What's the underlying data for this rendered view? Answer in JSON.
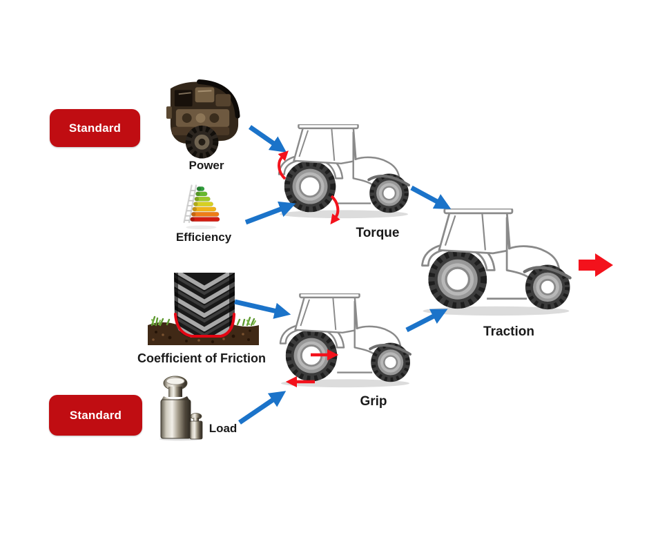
{
  "diagram": {
    "title_implicit": "Tractor traction factors flow diagram",
    "badges": {
      "top": "Standard",
      "bottom": "Standard"
    },
    "nodes": {
      "power": {
        "label": "Power"
      },
      "efficiency": {
        "label": "Efficiency"
      },
      "torque": {
        "label": "Torque"
      },
      "coefficient_of_friction": {
        "label": "Coefficient of Friction"
      },
      "load": {
        "label": "Load"
      },
      "grip": {
        "label": "Grip"
      },
      "traction": {
        "label": "Traction"
      }
    },
    "flows": [
      {
        "from": "Power",
        "to": "Torque"
      },
      {
        "from": "Efficiency",
        "to": "Torque"
      },
      {
        "from": "Coefficient of Friction",
        "to": "Grip"
      },
      {
        "from": "Load",
        "to": "Grip"
      },
      {
        "from": "Torque",
        "to": "Traction"
      },
      {
        "from": "Grip",
        "to": "Traction"
      }
    ],
    "icons": {
      "engine-icon": "engine cutaway photo",
      "efficiency-rating-icon": "energy efficiency bar pyramid with ladder",
      "tire-soil-icon": "tire tread pressed into soil with red contact patch",
      "calibration-weights-icon": "two metal calibration weights",
      "tractor-illustration": "side-view line-drawn tractor",
      "output-arrow-icon": "red block arrow pointing right"
    },
    "colors": {
      "badge_red": "#c00d12",
      "arrow_blue": "#1b73c9",
      "arrow_red": "#f3121c",
      "label_text": "#1a1a1a",
      "badge_text": "#ffffff"
    }
  }
}
